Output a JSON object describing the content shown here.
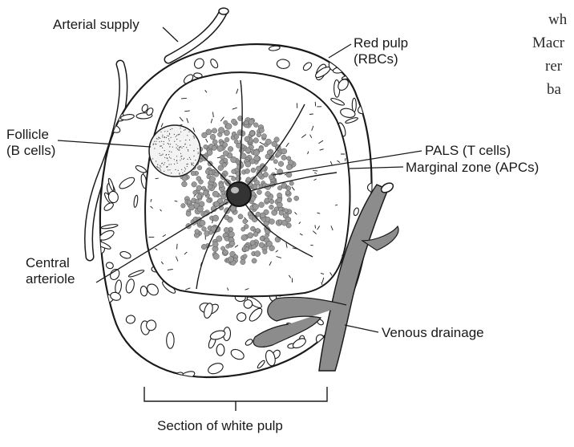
{
  "labels": {
    "arterial_supply": "Arterial supply",
    "red_pulp": "Red pulp\n(RBCs)",
    "follicle": "Follicle\n(B cells)",
    "pals": "PALS (T cells)",
    "marginal_zone": "Marginal zone (APCs)",
    "central_arteriole": "Central\narteriole",
    "venous_drainage": "Venous drainage",
    "section_white_pulp": "Section of white pulp"
  },
  "clipped_text": [
    "wh",
    "Macr",
    "rer",
    "ba"
  ],
  "colors": {
    "ink": "#1a1a1a",
    "venous": "#8c8c8c",
    "pals_cells": "#9a9a9a",
    "follicle": "#f3f3f3"
  }
}
